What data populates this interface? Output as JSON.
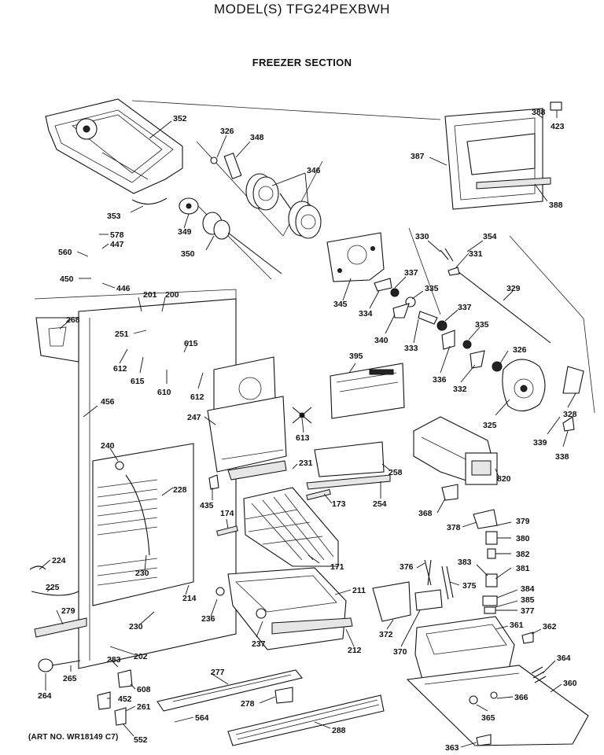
{
  "header": {
    "title": "MODEL(S) TFG24PEXBWH"
  },
  "section": {
    "title": "FREEZER SECTION"
  },
  "footer": {
    "art_number": "(ART NO. WR18149 C7)"
  },
  "labels": [
    "352",
    "326",
    "348",
    "346",
    "388",
    "423",
    "387",
    "388",
    "353",
    "349",
    "350",
    "578",
    "447",
    "560",
    "450",
    "446",
    "354",
    "330",
    "331",
    "345",
    "337",
    "334",
    "335",
    "340",
    "333",
    "337",
    "329",
    "335",
    "326",
    "336",
    "332",
    "325",
    "328",
    "339",
    "338",
    "201",
    "200",
    "268",
    "251",
    "612",
    "615",
    "615",
    "610",
    "612",
    "247",
    "613",
    "395",
    "456",
    "240",
    "228",
    "231",
    "258",
    "820",
    "435",
    "174",
    "173",
    "254",
    "368",
    "224",
    "225",
    "230",
    "171",
    "378",
    "379",
    "380",
    "382",
    "381",
    "376",
    "383",
    "375",
    "384",
    "385",
    "377",
    "214",
    "279",
    "230",
    "236",
    "211",
    "237",
    "212",
    "372",
    "370",
    "361",
    "362",
    "364",
    "360",
    "283",
    "202",
    "265",
    "264",
    "608",
    "277",
    "452",
    "261",
    "278",
    "564",
    "366",
    "365",
    "288",
    "552",
    "363"
  ]
}
